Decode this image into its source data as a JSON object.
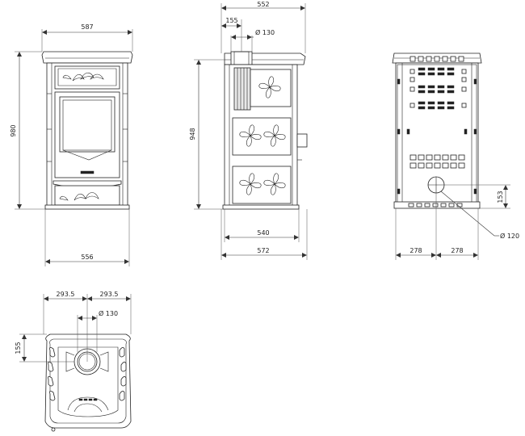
{
  "front_view": {
    "width_top": "587",
    "height": "980",
    "width_bottom": "556"
  },
  "side_view": {
    "depth_top": "552",
    "flue_offset": "155",
    "flue_diameter": "Ø 130",
    "height": "948",
    "base_depth": "540",
    "total_depth": "572"
  },
  "rear_view": {
    "outlet_height": "153",
    "outlet_diameter": "Ø 120",
    "half_left": "278",
    "half_right": "278"
  },
  "top_view": {
    "half_left": "293.5",
    "half_right": "293.5",
    "flue_diameter": "Ø 130",
    "flue_depth": "155"
  }
}
